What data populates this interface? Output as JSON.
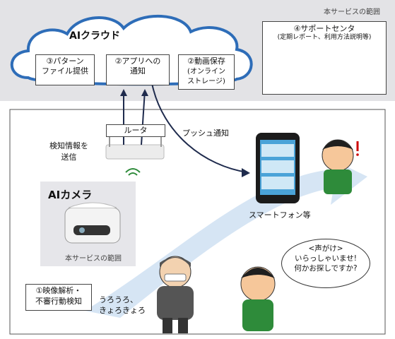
{
  "service_scope_label": "本サービスの範囲",
  "cloud": {
    "title": "AIクラウド",
    "boxes": [
      {
        "num": "③",
        "line1": "パターン",
        "line2": "ファイル提供"
      },
      {
        "num": "②",
        "line1": "アプリへの",
        "line2": "通知"
      },
      {
        "num": "②",
        "line1": "動画保存",
        "line2": "(オンライン",
        "line3": "ストレージ)"
      }
    ]
  },
  "support": {
    "title": "④サポートセンタ",
    "subtitle": "(定期レポート、利用方法説明等)"
  },
  "router_label": "ルータ",
  "detection_send_label": {
    "line1": "検知情報を",
    "line2": "送信"
  },
  "push_label": "プッシュ通知",
  "smartphone_label": "スマートフォン等",
  "ai_camera": {
    "title": "AIカメラ",
    "scope_label": "本サービスの範囲"
  },
  "detection_box": {
    "line1": "①映像解析・",
    "line2": "不審行動検知"
  },
  "suspicious_words": {
    "line1": "うろうろ、",
    "line2": "きょろきょろ"
  },
  "speech_bubble": {
    "line1": "<声がけ>",
    "line2": "いらっしゃいませ!",
    "line3": "何かお探しですか?"
  },
  "colors": {
    "band": "#e3e3e6",
    "cloud_stroke": "#2e6db8",
    "arrow": "#1f2b4d",
    "flow": "#cfe0f2",
    "apron": "#2e8b3a",
    "phone": "#1b1b1b"
  }
}
